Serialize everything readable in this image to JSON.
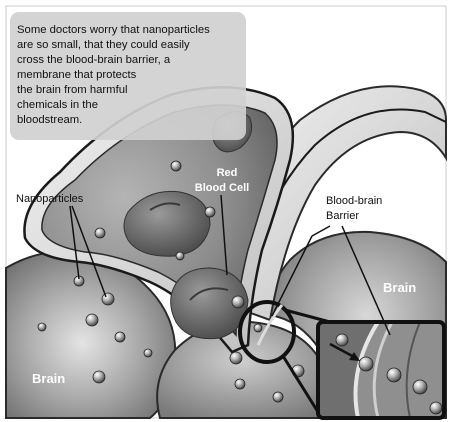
{
  "caption": {
    "lines": [
      "Some doctors worry that nanoparticles",
      "are so small, that they could easily",
      "cross the blood-brain barrier, a",
      "membrane that protects",
      "the brain from harmful",
      "chemicals in the",
      "bloodstream."
    ]
  },
  "labels": {
    "red_blood_cell": [
      "Red",
      "Blood Cell"
    ],
    "nanoparticles": "Nanoparticles",
    "barrier": [
      "Blood-brain",
      "Barrier"
    ],
    "brain_right": "Brain",
    "brain_left": "Brain"
  },
  "colors": {
    "caption_box": "#d0d0d0",
    "vessel_fill": "#8a8a8a",
    "brain_fill": "#7c7c7c",
    "cell_fill": "#5d5d5d",
    "outline": "#1a1a1a",
    "label_light": "#ffffff",
    "label_dark": "#111111"
  }
}
